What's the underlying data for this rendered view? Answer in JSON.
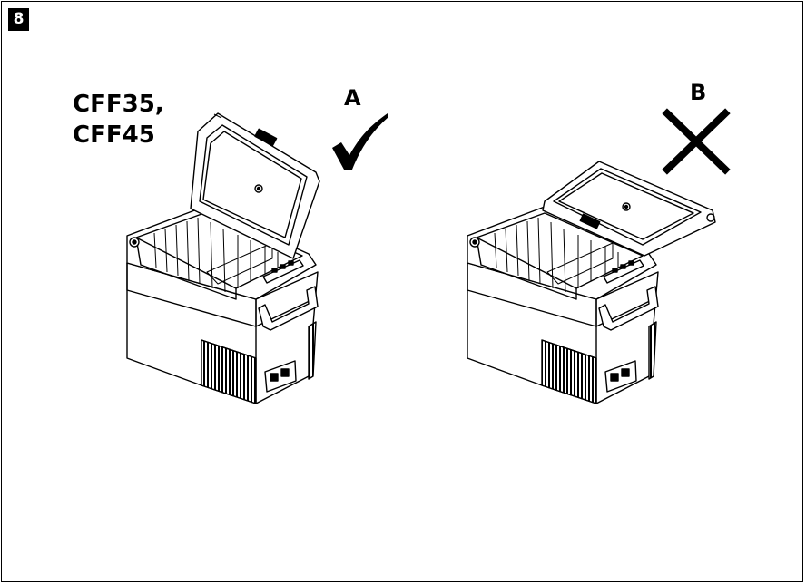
{
  "step": {
    "number": "8"
  },
  "models": [
    "CFF35,",
    "CFF45"
  ],
  "variants": [
    {
      "letter": "A",
      "verdict-icon": "check-mark-icon"
    },
    {
      "letter": "B",
      "verdict-icon": "cross-mark-icon"
    }
  ],
  "colors": {
    "ink": "#000000",
    "fill": "#ffffff",
    "shade": "#d9d9d9"
  }
}
